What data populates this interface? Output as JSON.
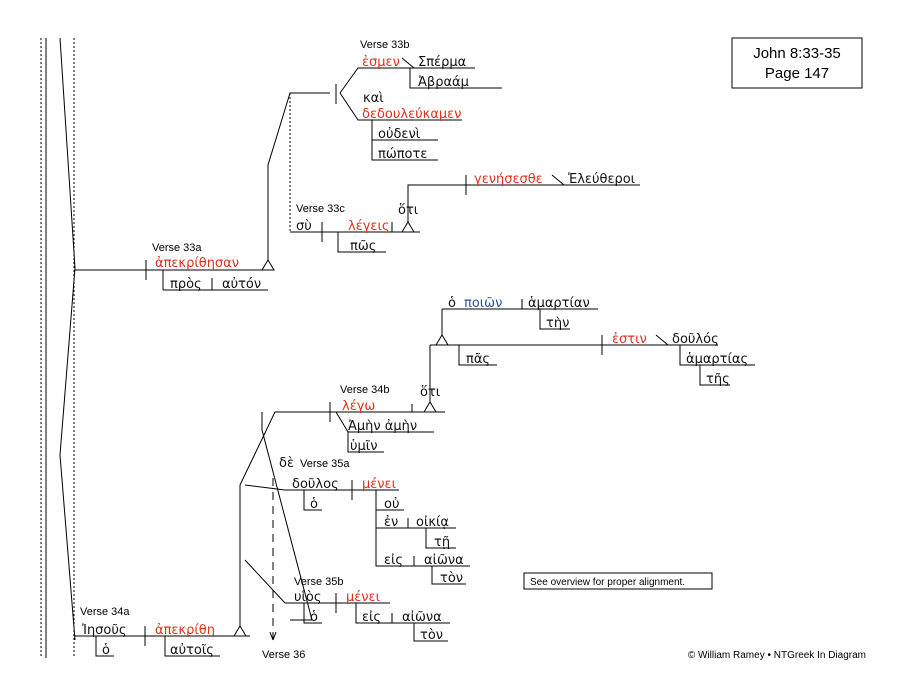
{
  "title_box": {
    "line1": "John 8:33-35",
    "line2": "Page 147"
  },
  "labels": {
    "v33a": "Verse 33a",
    "v33b": "Verse 33b",
    "v33c": "Verse 33c",
    "v34a": "Verse 34a",
    "v34b": "Verse 34b",
    "v35a": "Verse 35a",
    "v35b": "Verse 35b",
    "v36": "Verse 36"
  },
  "words": {
    "apekrithesan": "ἀπεκρίθησαν",
    "pros": "πρὸς",
    "auton": "αὐτόν",
    "esmen": "ἐσμεν",
    "sperma": "Σπέρμα",
    "abraam": "Ἀβραάμ",
    "kai": "καὶ",
    "dedouleukamen": "δεδουλεύκαμεν",
    "oudeni": "οὐδενὶ",
    "popote": "πώποτε",
    "genesesthe": "γενήσεσθε",
    "eleutheroi": "Ἐλεύθεροι",
    "su": "σὺ",
    "legeis": "λέγεις",
    "pos": "πῶς",
    "hoti1": "ὅτι",
    "ho1": "ὁ",
    "poion": "ποιῶν",
    "hamartian": "ἁμαρτίαν",
    "ten": "τὴν",
    "estin": "ἐστιν",
    "doulos1": "δοῦλός",
    "hamartias": "ἁμαρτίας",
    "tes": "τῆς",
    "pas": "πᾶς",
    "lego": "λέγω",
    "hoti2": "ὅτι",
    "amen": "Ἀμὴν ἀμὴν",
    "humin": "ὑμῖν",
    "de": "δὲ",
    "doulos2": "δοῦλος",
    "menei1": "μένει",
    "ho2": "ὁ",
    "ou": "οὐ",
    "en": "ἐν",
    "oikia": "οἰκίᾳ",
    "te": "τῇ",
    "eis1": "εἰς",
    "aiona1": "αἰῶνα",
    "ton1": "τὸν",
    "huios": "υἱὸς",
    "menei2": "μένει",
    "ho3": "ὁ",
    "eis2": "εἰς",
    "aiona2": "αἰῶνα",
    "ton2": "τὸν",
    "iesous": "Ἰησοῦς",
    "ho4": "ὁ",
    "apekrithe": "ἀπεκρίθη",
    "autois": "αὐτοῖς"
  },
  "note": "See overview for proper alignment.",
  "copyright": "© William Ramey • NTGreek In Diagram",
  "colors": {
    "verb": "#e0301e",
    "participle": "#2b4fa0"
  }
}
